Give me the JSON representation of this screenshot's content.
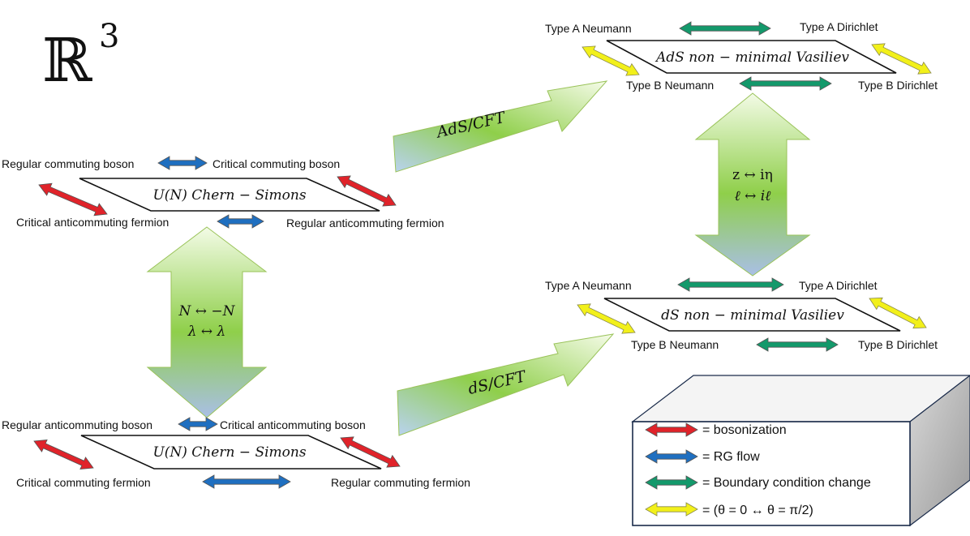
{
  "space": {
    "symbol": "ℝ",
    "exponent": "3"
  },
  "top_para": {
    "title": "U(N) Chern − Simons",
    "top_left": "Regular commuting boson",
    "top_right": "Critical commuting boson",
    "bottom_left": "Critical anticommuting fermion",
    "bottom_right": "Regular anticommuting fermion"
  },
  "bottom_para": {
    "title": "U(N) Chern − Simons",
    "top_left": "Regular anticommuting boson",
    "top_right": "Critical anticommuting boson",
    "bottom_left": "Critical commuting fermion",
    "bottom_right": "Regular commuting fermion"
  },
  "ads_para": {
    "title": "AdS non − minimal Vasiliev",
    "top_left": "Type A Neumann",
    "top_right": "Type A Dirichlet",
    "bottom_left": "Type B Neumann",
    "bottom_right": "Type B Dirichlet"
  },
  "ds_para": {
    "title": "dS non − minimal Vasiliev",
    "top_left": "Type A Neumann",
    "top_right": "Type A Dirichlet",
    "bottom_left": "Type B Neumann",
    "bottom_right": "Type B Dirichlet"
  },
  "arrows": {
    "ads_cft": "AdS/CFT",
    "ds_cft": "dS/CFT",
    "left_line1": "N ↔ −N",
    "left_line2": "λ ↔ λ",
    "right_line1": "z ↔ iη",
    "right_line2": "ℓ ↔ iℓ"
  },
  "legend": {
    "items": [
      {
        "label": "= bosonization",
        "color": "#e0232a"
      },
      {
        "label": "= RG flow",
        "color": "#1f6fc0"
      },
      {
        "label": "= Boundary condition change",
        "color": "#13996b"
      },
      {
        "label": "= (θ = 0 ↔ θ = π/2)",
        "color": "#f2f01a"
      }
    ]
  }
}
